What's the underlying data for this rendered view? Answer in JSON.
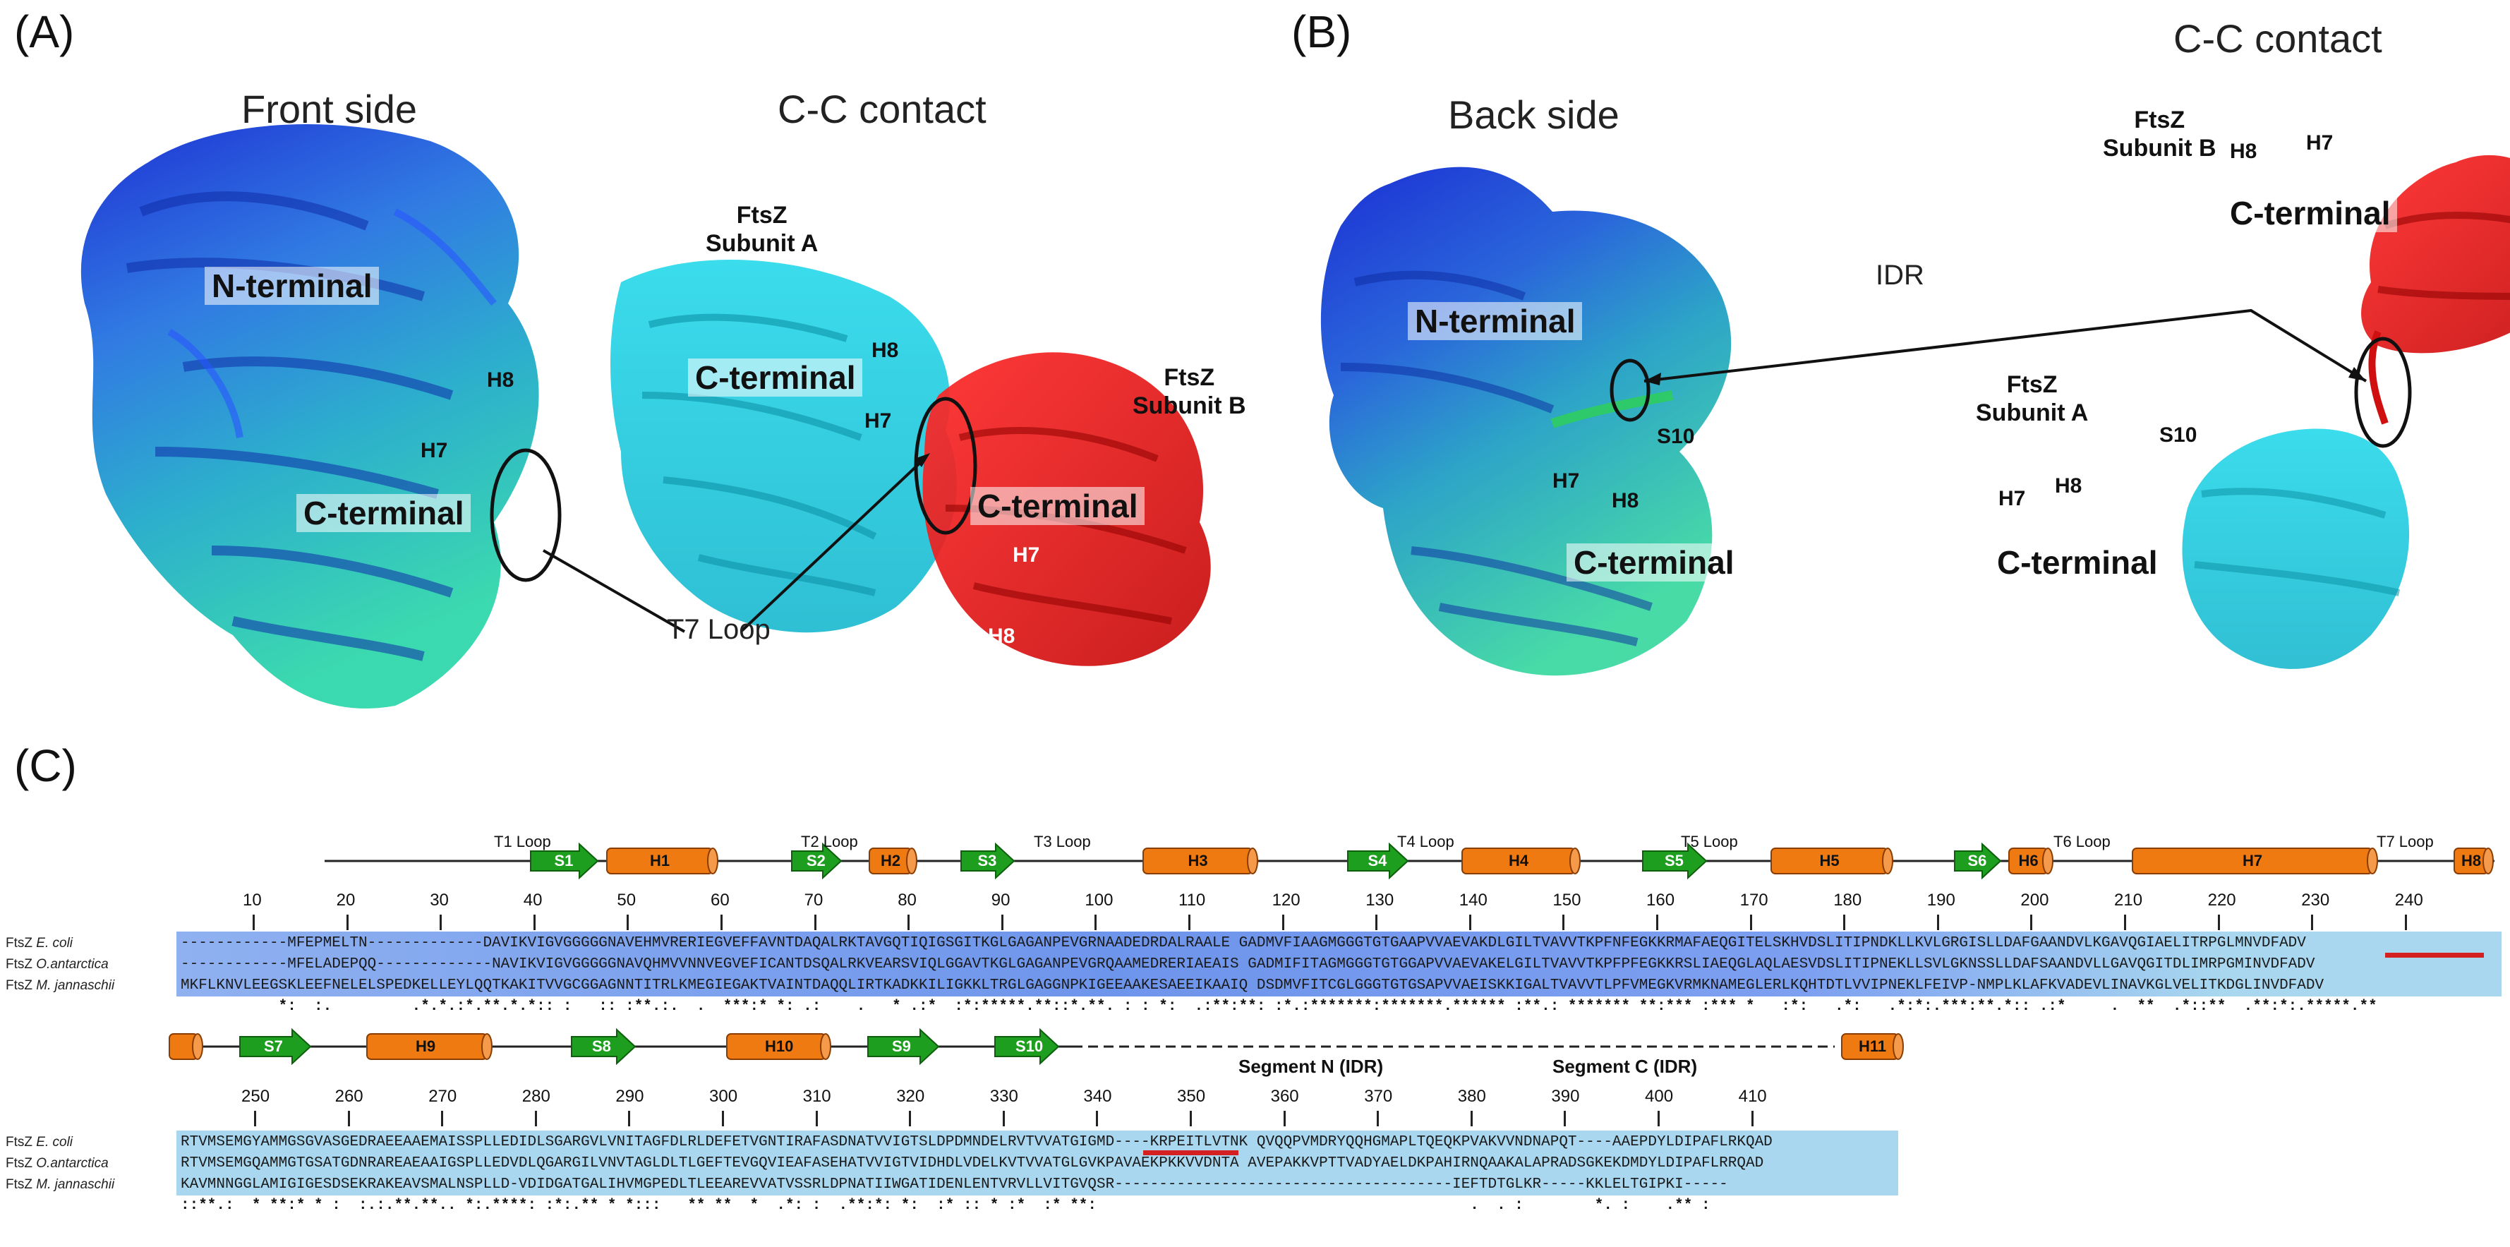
{
  "panel_a": {
    "letter": "(A)",
    "front_title": "Front side",
    "contact_title": "C-C contact",
    "n_terminal": "N-terminal",
    "c_terminal_front": "C-terminal",
    "h8_front": "H8",
    "h7_front": "H7",
    "subunit_a": "FtsZ\nSubunit A",
    "subunit_b": "FtsZ\nSubunit B",
    "h8_a": "H8",
    "h7_a": "H7",
    "c_terminal_a": "C-terminal",
    "c_terminal_b": "C-terminal",
    "h7_b": "H7",
    "h8_b": "H8",
    "t7_loop": "T7 Loop"
  },
  "panel_b": {
    "letter": "(B)",
    "back_title": "Back side",
    "contact_title": "C-C contact",
    "n_terminal": "N-terminal",
    "c_terminal_back": "C-terminal",
    "h7_back": "H7",
    "h8_back": "H8",
    "s10_back": "S10",
    "idr": "IDR",
    "subunit_b": "FtsZ\nSubunit B",
    "h8_b": "H8",
    "h7_b": "H7",
    "c_terminal_b": "C-terminal",
    "subunit_a": "FtsZ\nSubunit A",
    "s10_a": "S10",
    "h7_a": "H7",
    "h8_a": "H8",
    "c_terminal_a": "C-terminal"
  },
  "panel_c": {
    "letter": "(C)",
    "species": [
      "FtsZ E. coli",
      "FtsZ O.antarctica",
      "FtsZ M. jannaschii"
    ],
    "block1": {
      "topology_labels": [
        "T1 Loop",
        "S1",
        "H1",
        "T2 Loop",
        "S2",
        "H2",
        "S3",
        "T3 Loop",
        "H3",
        "T4 Loop",
        "S4",
        "H4",
        "S5",
        "T5 Loop",
        "H5",
        "S6",
        "H6",
        "T6 Loop",
        "H7",
        "T7 Loop",
        "H8"
      ],
      "ruler": [
        "10",
        "20",
        "30",
        "40",
        "50",
        "60",
        "70",
        "80",
        "90",
        "100",
        "110",
        "120",
        "130",
        "140",
        "150",
        "160",
        "170",
        "180",
        "190",
        "200",
        "210",
        "220",
        "230",
        "240"
      ],
      "sequences": [
        "------------MFEPMELTN-------------DAVIKVIGVGGGGGNAVEHMVRERIEGVEFFAVNTDAQALRKTAVGQTIQIGSGITKGLGAGANPEVGRNAADEDRDALRAALE GADMVFIAAGMGGGTGTGAAPVVAEVAKDLGILTVAVVTKPFNFEGKKRMAFAEQGITELSKHVDSLITIPNDKLLKVLGRGISLLDAFGAANDVLKGAVQGIAELITRPGLMNVDFADV",
        "------------MFELADEPQQ-------------NAVIKVIGVGGGGGNAVQHMVVNNVEGVEFICANTDSQALRKVEARSVIQLGGAVTKGLGAGANPEVGRQAAMEDRERIAEAIS GADMIFITAGMGGGTGTGGAPVVAEVAKELGILTVAVVTKPFPFEGKKRSLIAEQGLAQLAESVDSLITIPNEKLLSVLGKNSSLLDAFSAANDVLLGAVQGITDLIMRPGMINVDFADV",
        "MKFLKNVLEEGSKLEEFNELELSPEDKELLEYLQQTKAKITVVGCGGAGNNTITRLKMEGIEGAKTVAINTDAQQLIRTKADKKILIGKKLTRGLGAGGNPKIGEEAAKESAEEIKAAIQ DSDMVFITCGLGGGTGTGSAPVVAEISKKIGALTVAVVTLPFVMEGKVRMKNAMEGLERLKQHTDTLVVIPNEKLFEIVP-NMPLKLAFKVADEVLINAVKGLVELITKDGLINVDFADV"
      ],
      "conservation": "           *:  :.         .*.*.:*.**.*.*:: :   :: :**.:.  .  ***:* *: .:    .   * .:*  :*:*****.**::*.**. : : *:  .:**:**: :*.:*******:*******.****** :**.: ******* **:*** :*** *   :*:   .*:   .*:*:.***:**.*:: .:*     .  **  .*::**  .**:*:.*****.**"
    },
    "block2": {
      "topology_labels": [
        "S7",
        "H9",
        "S8",
        "H10",
        "S9",
        "S10",
        "Segment N (IDR)",
        "Segment C (IDR)",
        "H11"
      ],
      "ruler": [
        "250",
        "260",
        "270",
        "280",
        "290",
        "300",
        "310",
        "320",
        "330",
        "340",
        "350",
        "360",
        "370",
        "380",
        "390",
        "400",
        "410"
      ],
      "sequences": [
        "RTVMSEMGYAMMGSGVASGEDRAEEAAEMAISSPLLEDIDLSGARGVLVNITAGFDLRLDEFETVGNTIRAFASDNATVVIGTSLDPDMNDELRVTVVATGIGMD----KRPEITLVTNK QVQQPVMDRYQQHGMAPLTQEQKPVAKVVNDNAPQT----AAEPDYLDIPAFLRKQAD",
        "RTVMSEMGQAMMGTGSATGDNRAREAEAAIGSPLLEDVDLQGARGILVNVTAGLDLTLGEFTEVGQVIEAFASEHATVVIGTVIDHDLVDELKVTVVATGLGVKPAVAEKPKKVVDNTA AVEPAKKVPTTVADYAELDKPAHIRNQAAKALAPRADSGKEKDMDYLDIPAFLRRQAD",
        "KAVMNNGGLAMIGIGESDSEKRAKEAVSMALNSPLLD-VDIDGATGALIHVMGPEDLTLEEAREVVATVSSRLDPNATIIWGATIDENLENTVRVLLVITGVQSR--------------------------------------IEFTDTGLKR-----KKLELTGIPKI-----"
      ],
      "conservation": "::**.:  * **:* * :  :.:.**.**.. *:.****: :*:.** * *:::   ** **  *  .*: :  .**:*: *:  :* :: * :*  :* **:                                          .  . :        *. :    .** :"
    }
  }
}
